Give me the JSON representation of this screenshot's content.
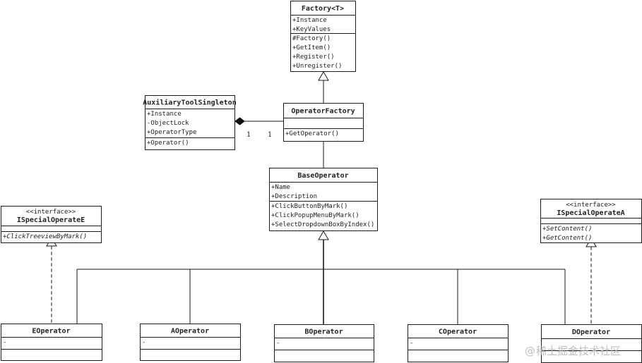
{
  "classes": {
    "factory": {
      "stereotype": "",
      "name": "Factory<T>",
      "attributes": [
        "+Instance",
        "+KeyValues"
      ],
      "methods": [
        "#Factory()",
        "+GetItem()",
        "+Register()",
        "+Unregister()"
      ]
    },
    "auxiliary_tool_singleton": {
      "stereotype": "",
      "name": "AuxiliaryToolSingleton",
      "attributes": [
        "+Instance",
        "-ObjectLock",
        "+OperatorType"
      ],
      "methods": [
        "+Operator()"
      ]
    },
    "operator_factory": {
      "stereotype": "",
      "name": "OperatorFactory",
      "attributes": [],
      "methods": [
        "+GetOperator()"
      ]
    },
    "base_operator": {
      "stereotype": "",
      "name": "BaseOperator",
      "attributes": [
        "+Name",
        "+Description"
      ],
      "methods": [
        "+ClickButtonByMark()",
        "+ClickPopupMenuByMark()",
        "+SelectDropdownBoxByIndex()"
      ]
    },
    "ispecial_operate_e": {
      "stereotype": "<<interface>>",
      "name": "ISpecialOperateE",
      "attributes": [],
      "methods": [
        "+ClickTreeviewByMark()"
      ]
    },
    "ispecial_operate_a": {
      "stereotype": "<<interface>>",
      "name": "ISpecialOperateA",
      "attributes": [],
      "methods": [
        "+SetContent()",
        "+GetContent()"
      ]
    },
    "e_operator": {
      "stereotype": "",
      "name": "EOperator",
      "attributes": [
        "-"
      ],
      "methods": []
    },
    "a_operator": {
      "stereotype": "",
      "name": "AOperator",
      "attributes": [
        "-"
      ],
      "methods": []
    },
    "b_operator": {
      "stereotype": "",
      "name": "BOperator",
      "attributes": [
        "-"
      ],
      "methods": []
    },
    "c_operator": {
      "stereotype": "",
      "name": "COperator",
      "attributes": [
        "-"
      ],
      "methods": []
    },
    "d_operator": {
      "stereotype": "",
      "name": "DOperator",
      "attributes": [],
      "methods": []
    }
  },
  "relations": {
    "composition": {
      "whole": "AuxiliaryToolSingleton",
      "part": "OperatorFactory",
      "whole_multiplicity": "1",
      "part_multiplicity": "1"
    },
    "generalizations": [
      {
        "from": "OperatorFactory",
        "to": "Factory<T>"
      },
      {
        "from": "EOperator",
        "to": "BaseOperator"
      },
      {
        "from": "AOperator",
        "to": "BaseOperator"
      },
      {
        "from": "BOperator",
        "to": "BaseOperator"
      },
      {
        "from": "COperator",
        "to": "BaseOperator"
      },
      {
        "from": "DOperator",
        "to": "BaseOperator"
      }
    ],
    "realizations": [
      {
        "from": "EOperator",
        "to": "ISpecialOperateE"
      },
      {
        "from": "DOperator",
        "to": "ISpecialOperateA"
      }
    ],
    "associations": [
      {
        "from": "OperatorFactory",
        "to": "BaseOperator"
      }
    ]
  },
  "watermark": {
    "icon": "at-sign-icon",
    "text": "稀土掘金技术社区"
  }
}
